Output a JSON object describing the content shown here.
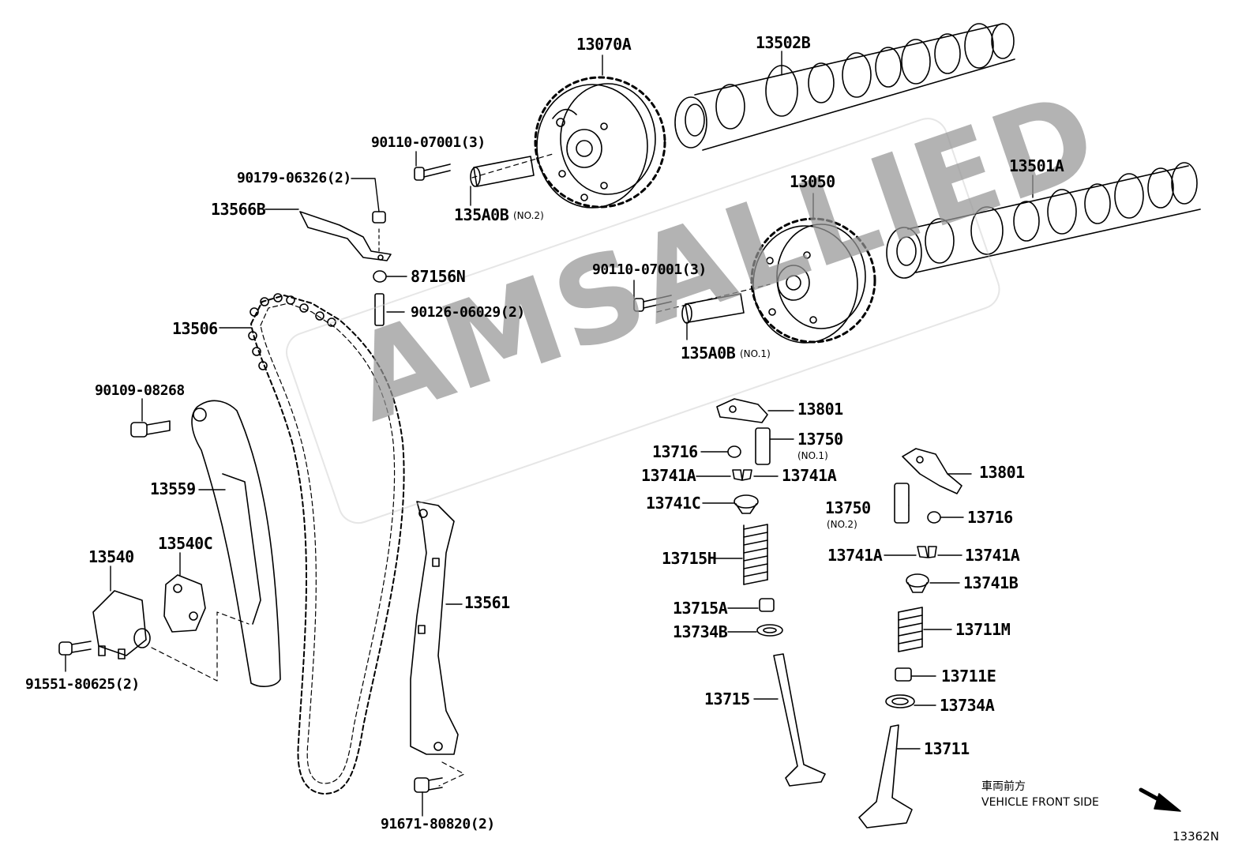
{
  "watermark": "AMSALLIED",
  "diagram_code": "13362N",
  "direction_note": {
    "jp": "車両前方",
    "en": "VEHICLE FRONT SIDE"
  },
  "labels": {
    "p13070A": "13070A",
    "p13502B": "13502B",
    "p13050": "13050",
    "p13501A": "13501A",
    "p90110_a": "90110-07001(3)",
    "p90179": "90179-06326(2)",
    "p13566B": "13566B",
    "p135A0B_2": "135A0B",
    "sub_no2_a": "(NO.2)",
    "p87156N": "87156N",
    "p90126": "90126-06029(2)",
    "p90110_b": "90110-07001(3)",
    "p135A0B_1": "135A0B",
    "sub_no1_a": "(NO.1)",
    "p13506": "13506",
    "p90109": "90109-08268",
    "p13801_a": "13801",
    "p13750_a": "13750",
    "sub_no1_b": "(NO.1)",
    "p13716_a": "13716",
    "p13741A_a": "13741A",
    "p13741A_b": "13741A",
    "p13801_b": "13801",
    "p13559": "13559",
    "p13741C": "13741C",
    "p13750_b": "13750",
    "sub_no2_b": "(NO.2)",
    "p13716_b": "13716",
    "p13540C": "13540C",
    "p13540": "13540",
    "p13715H": "13715H",
    "p13741A_c": "13741A",
    "p13741A_d": "13741A",
    "p13741B": "13741B",
    "p13561": "13561",
    "p13715A": "13715A",
    "p13734B": "13734B",
    "p13711M": "13711M",
    "p91551": "91551-80625(2)",
    "p13711E": "13711E",
    "p13715": "13715",
    "p13734A": "13734A",
    "p13711": "13711",
    "p91671": "91671-80820(2)"
  }
}
